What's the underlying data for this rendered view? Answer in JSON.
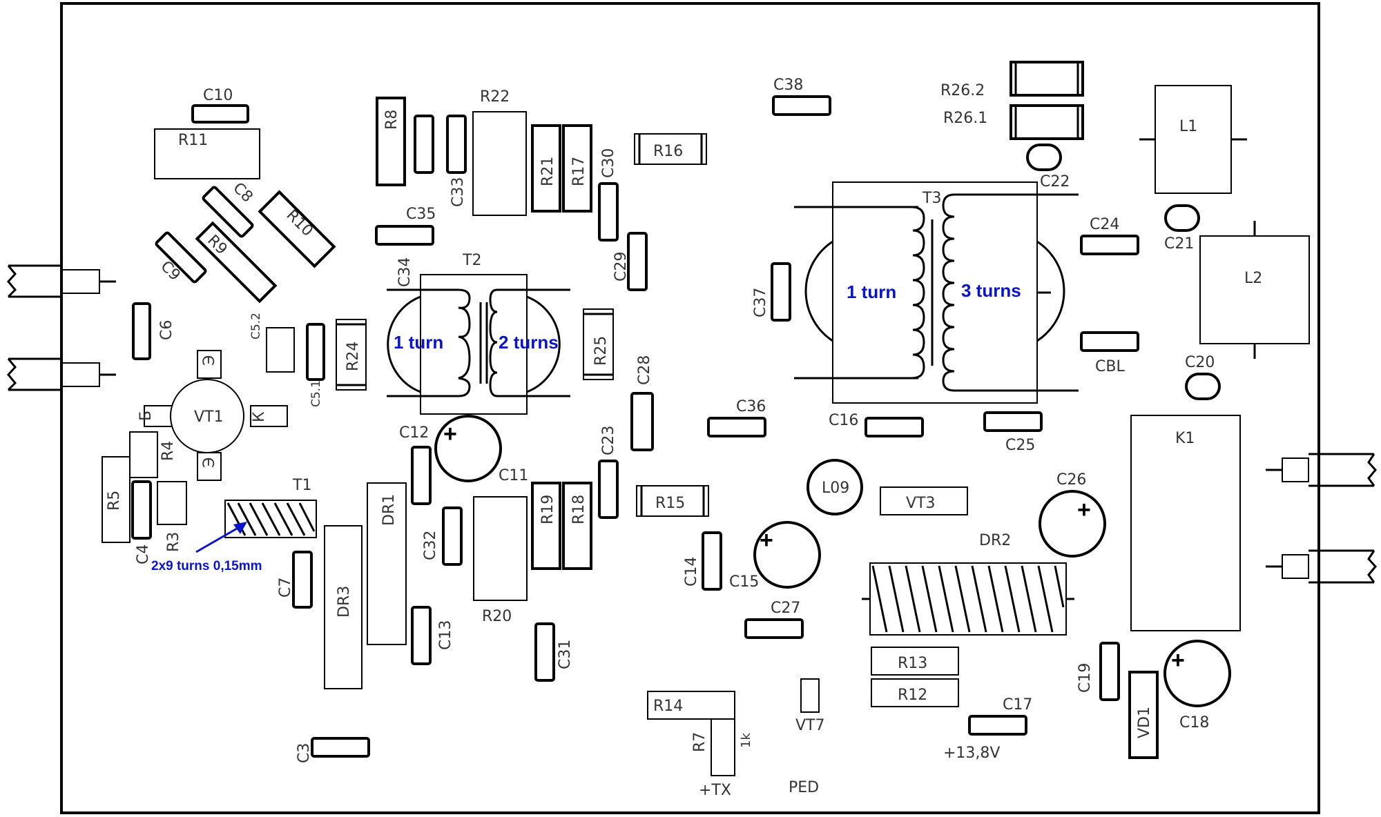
{
  "components": {
    "C10": "C10",
    "R11": "R11",
    "C8": "C8",
    "R10": "R10",
    "C9": "C9",
    "R9": "R9",
    "C6": "C6",
    "C5_2": "C5.2",
    "C5_1": "C5.1",
    "R24": "R24",
    "VT1": "VT1",
    "R4": "R4",
    "R5": "R5",
    "C4": "C4",
    "R3": "R3",
    "T1": "T1",
    "C7": "C7",
    "DR3": "DR3",
    "DR1": "DR1",
    "C3": "C3",
    "R8": "R8",
    "C33": "C33",
    "R22": "R22",
    "R21": "R21",
    "R17": "R17",
    "C30": "C30",
    "R16": "R16",
    "C35": "C35",
    "C34": "C34",
    "T2": "T2",
    "C29": "C29",
    "R25": "R25",
    "C28": "C28",
    "C12": "C12",
    "C11": "C11",
    "C23": "C23",
    "R19": "R19",
    "R18": "R18",
    "R15": "R15",
    "C32": "C32",
    "R20": "R20",
    "C13": "C13",
    "C31": "C31",
    "C38": "C38",
    "R26_2": "R26.2",
    "R26_1": "R26.1",
    "C22": "C22",
    "L1": "L1",
    "T3": "T3",
    "C24": "C24",
    "C21": "C21",
    "L2": "L2",
    "C37": "C37",
    "CBL": "CBL",
    "C20": "C20",
    "C36": "C36",
    "C16": "C16",
    "C25": "C25",
    "K1": "K1",
    "L09": "L09",
    "VT3": "VT3",
    "C26": "C26",
    "C14": "C14",
    "C15": "C15",
    "DR2": "DR2",
    "C27": "C27",
    "R13": "R13",
    "R12": "R12",
    "C19": "C19",
    "C18": "C18",
    "VD1": "VD1",
    "C17": "C17",
    "R14": "R14",
    "R7": "R7",
    "R7_value": "1k",
    "VT7": "VT7"
  },
  "pins": {
    "tx": "+TX",
    "supply": "+13,8V",
    "ped": "PED",
    "vt1_b": "Б",
    "vt1_e": "Э",
    "vt1_k": "К",
    "plus": "+"
  },
  "annotations": {
    "t1_winding": "2x9 turns 0,15mm",
    "t2_primary": "1 turn",
    "t2_secondary": "2 turns",
    "t3_primary": "1 turn",
    "t3_secondary": "3 turns"
  },
  "colors": {
    "annotation": "#0a14c8",
    "outline": "#000000",
    "label": "#333333"
  }
}
